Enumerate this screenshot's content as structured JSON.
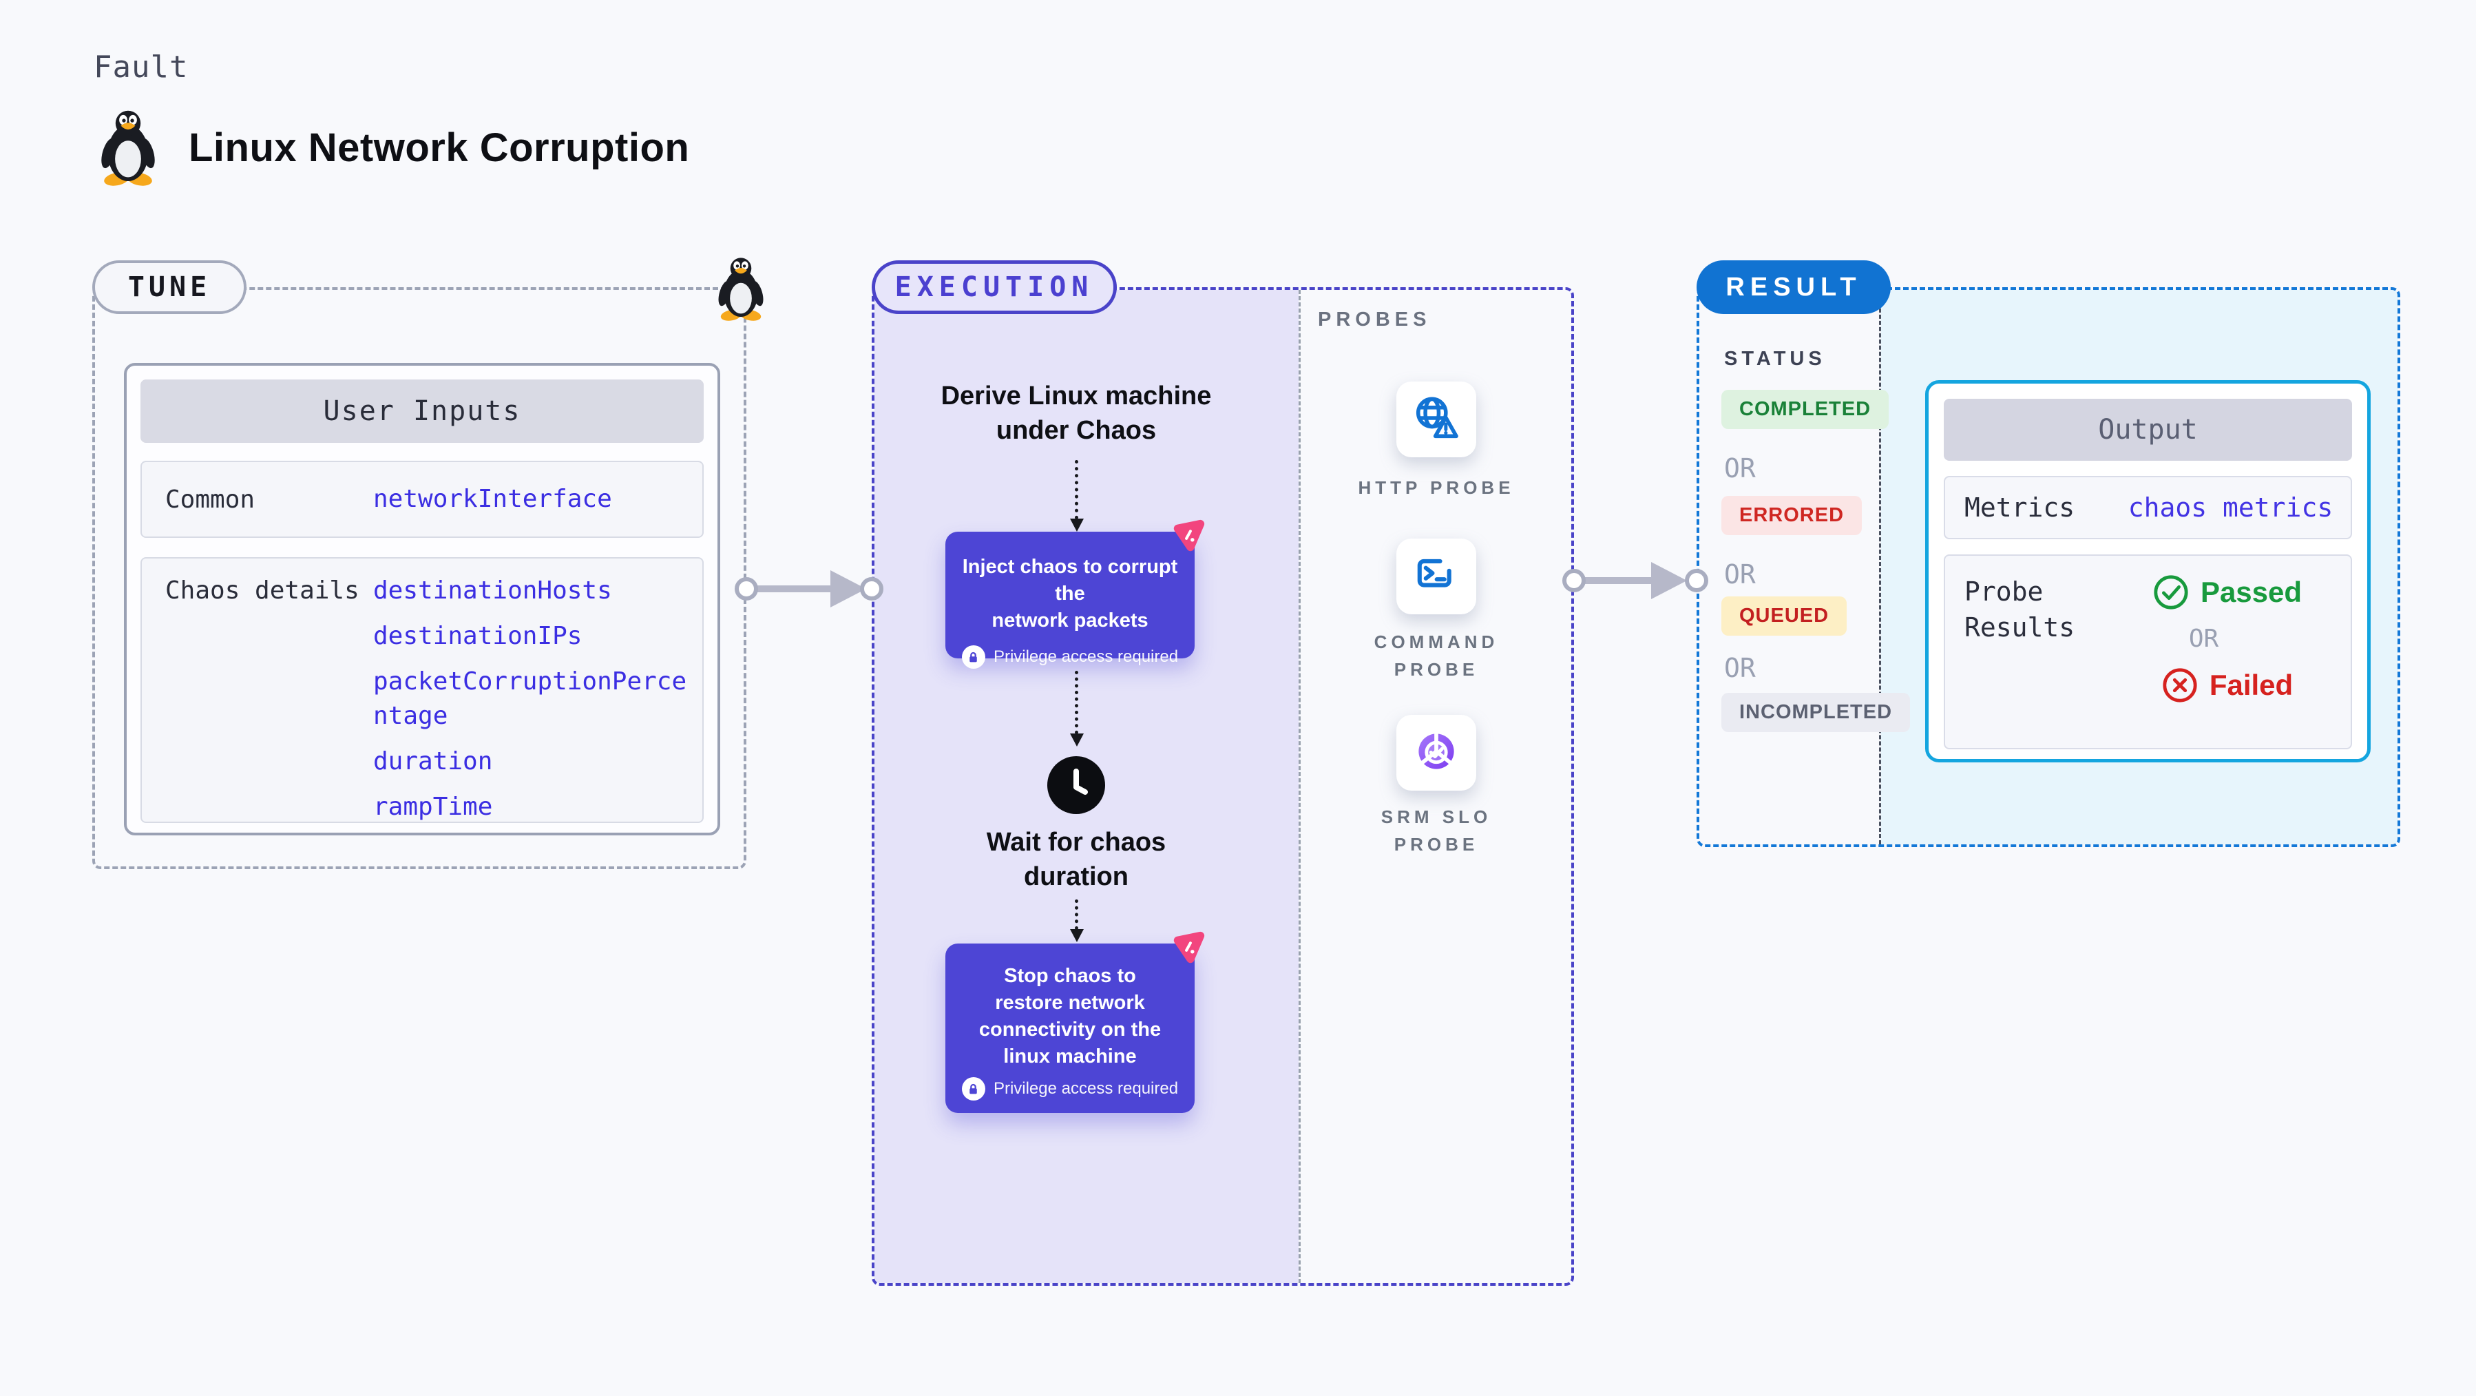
{
  "header": {
    "eyebrow": "Fault",
    "title": "Linux Network Corruption",
    "logo_icon": "tux-penguin-icon"
  },
  "colors": {
    "tune_accent": "#9ca3b5",
    "execution_accent": "#4a43c9",
    "execution_fill": "#e5e3f9",
    "result_accent": "#1378d7",
    "result_pill_bg": "#1173d2",
    "output_accent": "#14a5df",
    "chaos_card_bg": "#4d45d5",
    "value_text": "#3b2ee2",
    "metrics_value_text": "#4334e4",
    "passed": "#189a3d",
    "failed": "#d6221f",
    "pink_badge": "#f2457e",
    "probe_icon_blue": "#1273d4",
    "srm_purple": "#7c3bf0"
  },
  "tune": {
    "pill": "TUNE",
    "corner_icon": "tux-penguin-icon",
    "card": {
      "title": "User Inputs",
      "rows": [
        {
          "label": "Common",
          "values": [
            "networkInterface"
          ]
        },
        {
          "label": "Chaos details",
          "values": [
            "destinationHosts",
            "destinationIPs",
            "packetCorruptionPercentage",
            "duration",
            "rampTime"
          ]
        }
      ]
    }
  },
  "execution": {
    "pill": "EXECUTION",
    "derive_step": {
      "lines": [
        "Derive Linux machine",
        "under Chaos"
      ]
    },
    "inject_step": {
      "lines": [
        "Inject chaos to corrupt the",
        "network packets"
      ],
      "badge": "Privilege access required",
      "badge_icon": "lock-icon",
      "corner_icon": "chaos-spark-icon"
    },
    "wait_step": {
      "icon": "clock-icon",
      "lines": [
        "Wait for chaos",
        "duration"
      ]
    },
    "stop_step": {
      "lines": [
        "Stop chaos to",
        "restore network",
        "connectivity on the",
        "linux machine"
      ],
      "badge": "Privilege access required",
      "badge_icon": "lock-icon",
      "corner_icon": "chaos-spark-icon"
    }
  },
  "probes": {
    "title": "PROBES",
    "items": [
      {
        "icon": "globe-warning-icon",
        "lines": [
          "HTTP PROBE"
        ]
      },
      {
        "icon": "terminal-icon",
        "lines": [
          "COMMAND",
          "PROBE"
        ]
      },
      {
        "icon": "donut-check-icon",
        "lines": [
          "SRM SLO",
          "PROBE"
        ]
      }
    ]
  },
  "result": {
    "pill": "RESULT",
    "status_title": "STATUS",
    "or_label": "OR",
    "statuses": [
      {
        "label": "COMPLETED",
        "fg": "#1a8138",
        "bg": "#def2e0"
      },
      {
        "label": "ERRORED",
        "fg": "#cf2722",
        "bg": "#fbe5e5"
      },
      {
        "label": "QUEUED",
        "fg": "#c32020",
        "bg": "#fdefc5"
      },
      {
        "label": "INCOMPLETED",
        "fg": "#5b6071",
        "bg": "#eaebf2"
      }
    ],
    "output": {
      "title": "Output",
      "metrics_label": "Metrics",
      "metrics_value": "chaos metrics",
      "probe_results_label": "Probe Results",
      "or_label": "OR",
      "passed_label": "Passed",
      "passed_icon": "check-circle-icon",
      "failed_label": "Failed",
      "failed_icon": "x-circle-icon"
    }
  }
}
